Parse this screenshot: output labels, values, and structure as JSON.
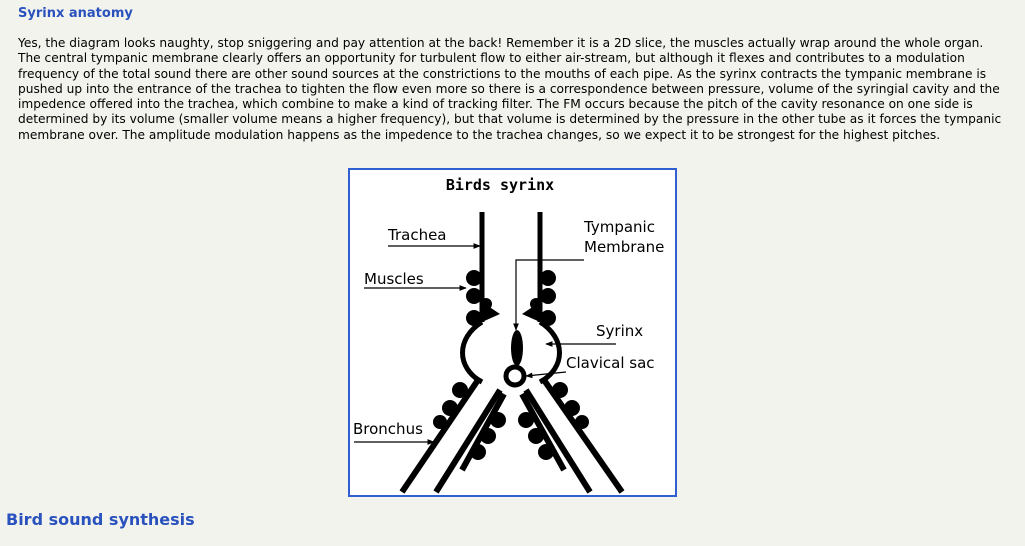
{
  "section_title": "Syrinx anatomy",
  "paragraph": "Yes, the diagram looks naughty, stop sniggering and pay attention at the back! Remember it is a 2D slice, the muscles actually wrap around the whole organ. The central tympanic membrane clearly offers an opportunity for turbulent flow to either air-stream, but although it flexes and contributes to a modulation frequency of the total sound there are other sound sources at the constrictions to the mouths of each pipe. As the syrinx contracts the tympanic membrane is pushed up into the entrance of the trachea to tighten the flow even more so there is a correspondence between pressure, volume of the syringial cavity and the impedence offered into the trachea, which combine to make a kind of tracking filter. The FM occurs because the pitch of the cavity resonance on one side is determined by its volume (smaller volume means a higher frequency), but that volume is determined by the pressure in the other tube as it forces the tympanic membrane over. The amplitude modulation happens as the impedence to the trachea changes, so we expect it to be strongest for the highest pitches.",
  "figure": {
    "title": "Birds syrinx",
    "labels": {
      "trachea": "Trachea",
      "tympanic_line1": "Tympanic",
      "tympanic_line2": "Membrane",
      "muscles": "Muscles",
      "syrinx": "Syrinx",
      "clavical_sac": "Clavical sac",
      "bronchus": "Bronchus"
    }
  },
  "next_heading": "Bird sound synthesis"
}
